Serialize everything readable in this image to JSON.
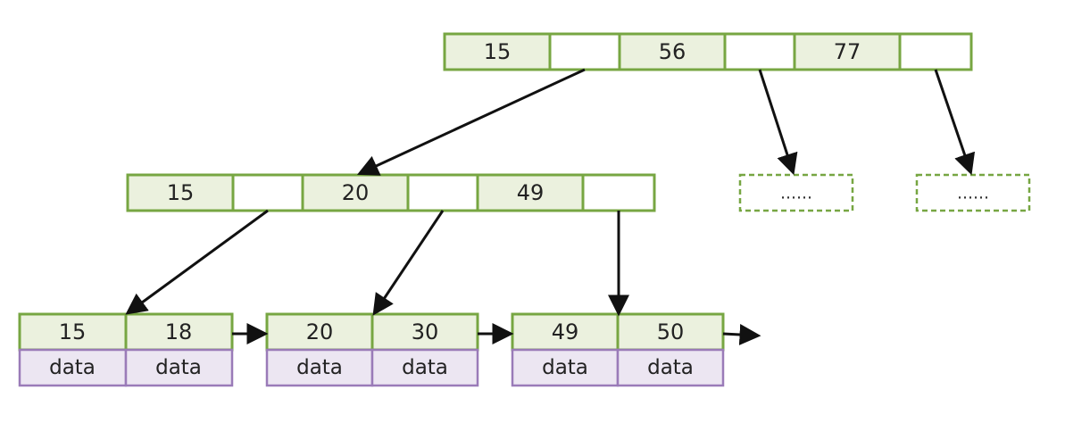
{
  "root_node": {
    "keys": [
      "15",
      "56",
      "77"
    ]
  },
  "internal_node": {
    "keys": [
      "15",
      "20",
      "49"
    ]
  },
  "placeholder_nodes": [
    {
      "label": "……"
    },
    {
      "label": "……"
    }
  ],
  "leaf_nodes": [
    {
      "keys": [
        "15",
        "18"
      ],
      "data": [
        "data",
        "data"
      ]
    },
    {
      "keys": [
        "20",
        "30"
      ],
      "data": [
        "data",
        "data"
      ]
    },
    {
      "keys": [
        "49",
        "50"
      ],
      "data": [
        "data",
        "data"
      ]
    }
  ],
  "colors": {
    "key_fill": "#ebf1de",
    "node_border": "#77a642",
    "data_fill": "#ece6f2",
    "data_border": "#9a7bb8",
    "arrow": "#111111"
  }
}
